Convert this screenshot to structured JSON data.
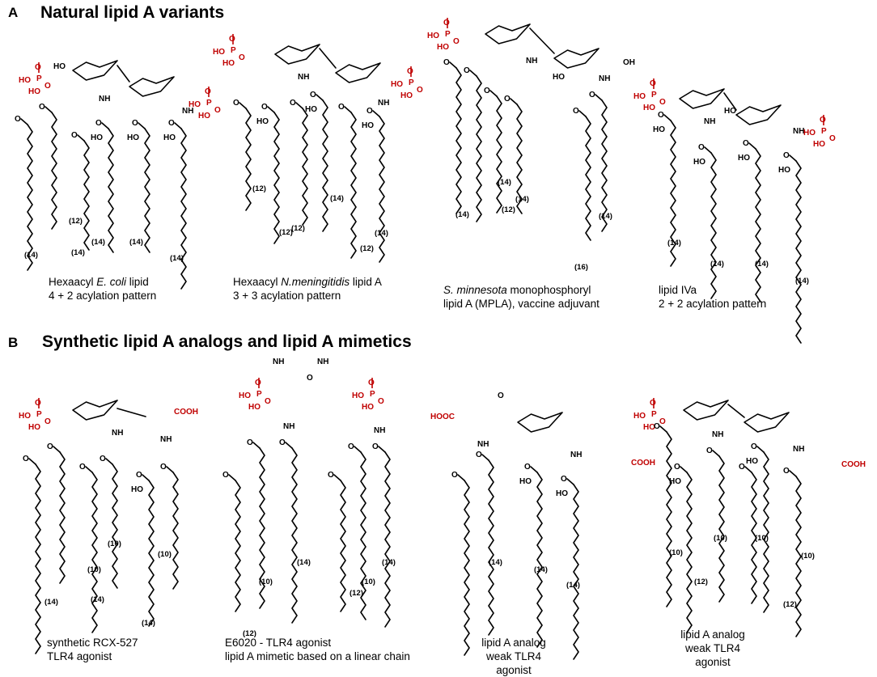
{
  "panel_a": {
    "letter": "A",
    "title": "Natural lipid A variants",
    "items": [
      {
        "line1_pre": "Hexaacyl ",
        "line1_italic": "E. coli",
        "line1_post": " lipid",
        "line2": "4 + 2 acylation pattern",
        "chain_labels": [
          "(14)",
          "(12)",
          "(14)",
          "(14)",
          "(14)",
          "(14)"
        ]
      },
      {
        "line1_pre": "Hexaacyl ",
        "line1_italic": "N.meningitidis",
        "line1_post": " lipid A",
        "line2": "3 + 3 acylation pattern",
        "chain_labels": [
          "(12)",
          "(12)",
          "(14)",
          "(12)",
          "(12)",
          "(14)"
        ]
      },
      {
        "line1_pre": "",
        "line1_italic": "S. minnesota",
        "line1_post": " monophosphoryl",
        "line2": "lipid A (MPLA), vaccine adjuvant",
        "chain_labels": [
          "(14)",
          "(12)",
          "(14)",
          "(14)",
          "(14)",
          "(16)"
        ]
      },
      {
        "line1_pre": "",
        "line1_italic": "",
        "line1_post": "lipid IVa",
        "line2": "2 + 2 acylation pattern",
        "chain_labels": [
          "(14)",
          "(14)",
          "(14)",
          "(14)"
        ]
      }
    ]
  },
  "panel_b": {
    "letter": "B",
    "title": "Synthetic lipid A analogs and lipid A mimetics",
    "items": [
      {
        "line1": "synthetic RCX-527",
        "line2": "TLR4 agonist",
        "chain_labels": [
          "(14)",
          "(10)",
          "(14)",
          "(10)",
          "(10)",
          "(14)"
        ]
      },
      {
        "line1": "E6020 - TLR4 agonist",
        "line2": "lipid A mimetic based on a linear chain",
        "chain_labels": [
          "(12)",
          "(10)",
          "(14)",
          "(12)",
          "(10)",
          "(14)"
        ]
      },
      {
        "line1": "lipid A analog",
        "line2": "weak TLR4 agonist",
        "chain_labels": [
          "(14)",
          "(14)",
          "(14)"
        ]
      },
      {
        "line1": "lipid A analog",
        "line2": "weak TLR4 agonist",
        "chain_labels": [
          "(10)",
          "(12)",
          "(10)",
          "(10)",
          "(10)",
          "(12)"
        ]
      }
    ]
  },
  "atom_labels": {
    "phosphate": "P",
    "oxygen": "O",
    "hydroxyl": "OH",
    "hydroxyl_left": "HO",
    "amide": "NH",
    "carboxyl": "COOH",
    "carboxyl_left": "HOOC",
    "hydrogen_n": "H",
    "nitrogen": "N"
  },
  "colors": {
    "acid_groups": "#c00000",
    "bonds": "#000000",
    "background": "#ffffff"
  }
}
